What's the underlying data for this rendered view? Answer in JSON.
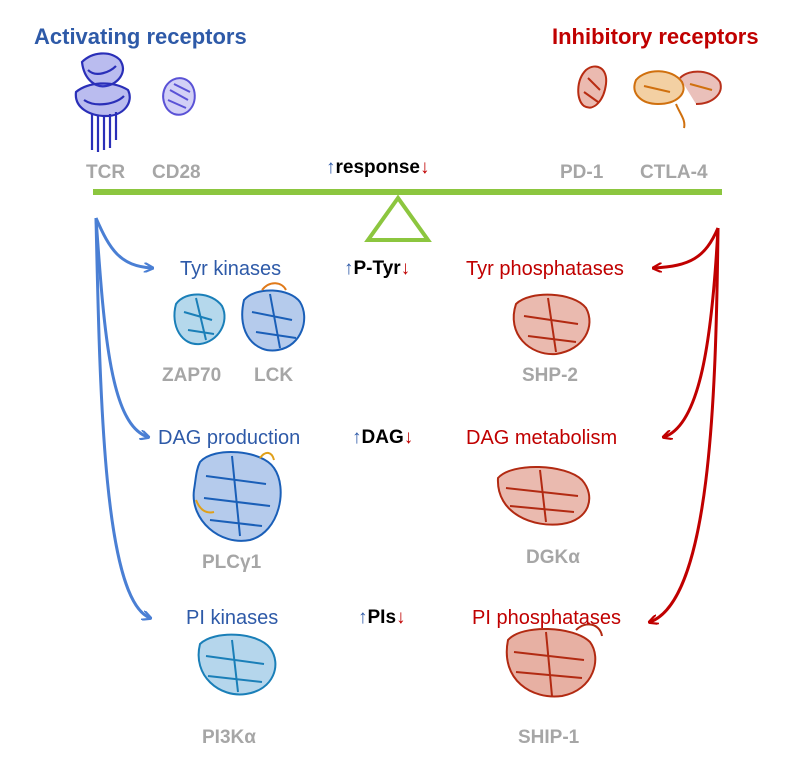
{
  "headers": {
    "activating": "Activating receptors",
    "inhibitory": "Inhibitory receptors"
  },
  "receptors": {
    "tcr": "TCR",
    "cd28": "CD28",
    "pd1": "PD-1",
    "ctla4": "CTLA-4"
  },
  "balance": {
    "up_arrow": "↑",
    "label": "response",
    "down_arrow": "↓"
  },
  "rows": [
    {
      "left": "Tyr kinases",
      "mid": "P-Tyr",
      "right": "Tyr phosphatases"
    },
    {
      "left": "DAG production",
      "mid": "DAG",
      "right": "DAG metabolism"
    },
    {
      "left": "PI kinases",
      "mid": "PIs",
      "right": "PI phosphatases"
    }
  ],
  "arrows": {
    "up": "↑",
    "down": "↓"
  },
  "proteins": {
    "zap70": "ZAP70",
    "lck": "LCK",
    "shp2": "SHP-2",
    "plcg1": "PLCγ1",
    "dgka": "DGKα",
    "pi3ka": "PI3Kα",
    "ship1": "SHIP-1"
  },
  "colors": {
    "activating": "#2e5aa8",
    "inhibitory": "#c00000",
    "beam": "#8cc63f",
    "activating_arrow": "#4a7fd4",
    "inhibitory_arrow": "#c00000",
    "label_gray": "#a6a6a6"
  }
}
